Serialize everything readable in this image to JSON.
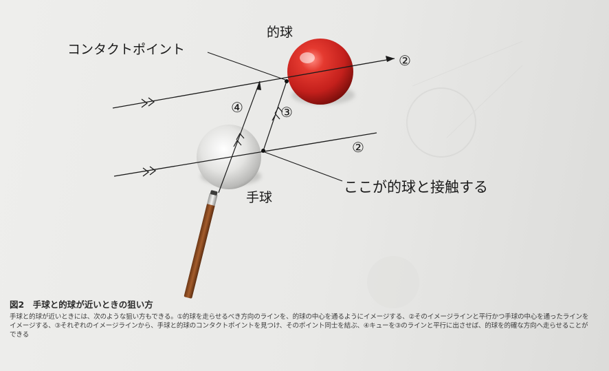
{
  "labels": {
    "object_ball": "的球",
    "contact_point": "コンタクトポイント",
    "cue_ball": "手球",
    "contact_note": "ここが的球と接触する",
    "line_2_top": "②",
    "line_2_bottom": "②",
    "line_3": "③",
    "line_4": "④"
  },
  "caption": {
    "title": "図2　手球と的球が近いときの狙い方",
    "body": "手球と的球が近いときには、次のような狙い方もできる。①的球を走らせるべき方向のラインを、的球の中心を通るようにイメージする、②そのイメージラインと平行かつ手球の中心を通ったラインをイメージする、③それぞれのイメージラインから、手球と的球のコンタクトポイントを見つけ、そのポイント同士を結ぶ、④キューを③のラインと平行に出させば、的球を的確な方向へ走らせることができる"
  },
  "colors": {
    "object_ball": "#d42a26",
    "cue_ball": "#d8d8d6",
    "cue_shaft": "#8b4a22",
    "line": "#1a1a1a"
  }
}
